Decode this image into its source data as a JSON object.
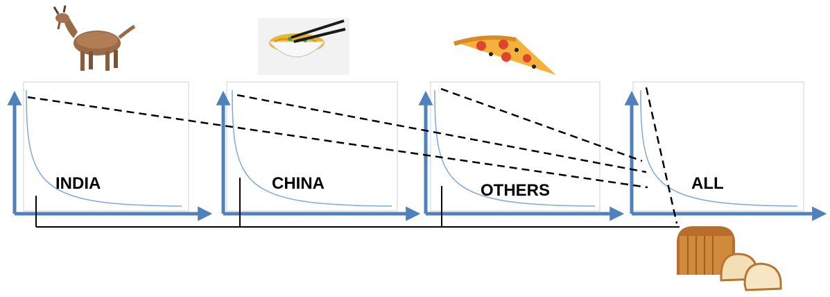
{
  "panels": [
    {
      "label": "INDIA"
    },
    {
      "label": "CHINA"
    },
    {
      "label": "OTHERS"
    },
    {
      "label": "ALL"
    }
  ],
  "icons": [
    "goat-icon",
    "noodle-bowl-icon",
    "pizza-slice-icon",
    "bread-loaf-icon"
  ],
  "colors": {
    "axis": "#4f81bd",
    "curve": "#7fa8d6",
    "frame": "#d0d0d0",
    "connector": "#000000"
  }
}
